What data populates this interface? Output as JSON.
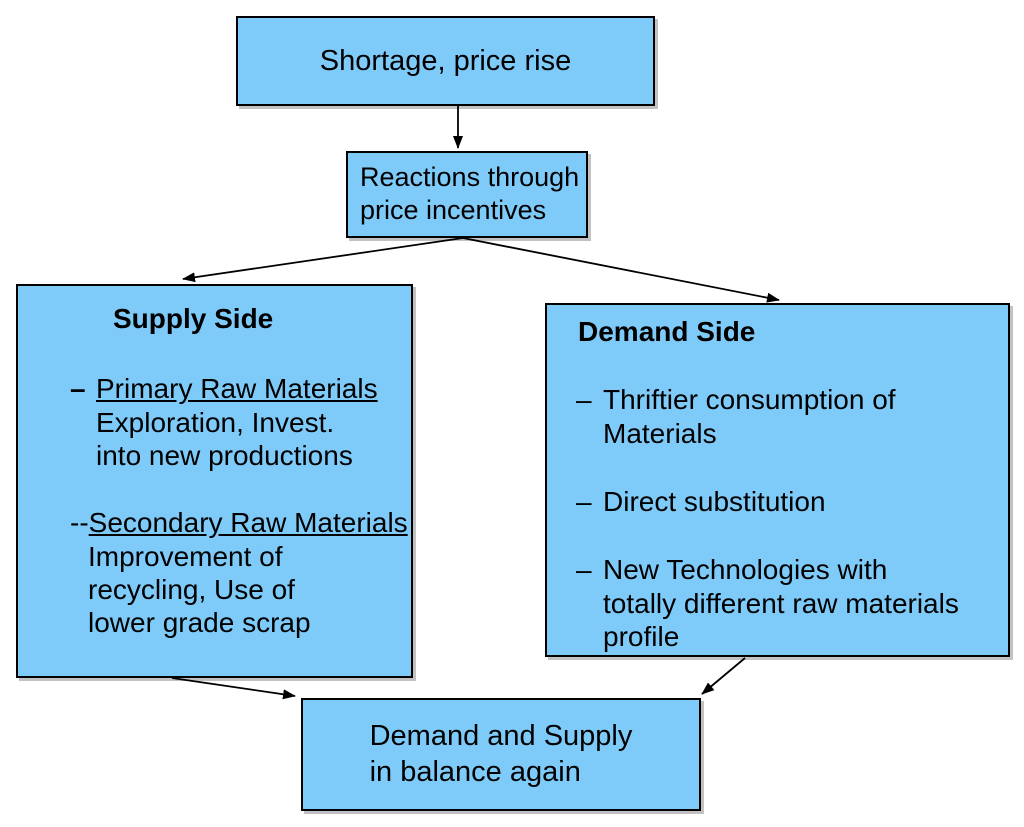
{
  "colors": {
    "box_fill": "#7ECBFA",
    "box_border": "#000000"
  },
  "nodes": {
    "shortage": {
      "label": "Shortage, price rise"
    },
    "reactions": {
      "label": "Reactions through\nprice incentives"
    },
    "supply": {
      "title": "Supply Side",
      "items": [
        {
          "dash": "–",
          "heading": "Primary Raw Materials",
          "body": "Exploration, Invest.\ninto new productions"
        },
        {
          "dash": "--",
          "heading": "Secondary Raw Materials",
          "body": "Improvement of\nrecycling, Use of\nlower grade scrap"
        }
      ]
    },
    "demand": {
      "title": "Demand Side",
      "items": [
        {
          "dash": "–",
          "text": "Thriftier consumption of\nMaterials"
        },
        {
          "dash": "–",
          "text": "Direct substitution"
        },
        {
          "dash": "–",
          "text": "New Technologies with\ntotally different raw materials\nprofile"
        }
      ]
    },
    "balance": {
      "label": "Demand and Supply\nin balance again"
    }
  },
  "edges": [
    {
      "from": "shortage",
      "to": "reactions"
    },
    {
      "from": "reactions",
      "to": "supply"
    },
    {
      "from": "reactions",
      "to": "demand"
    },
    {
      "from": "supply",
      "to": "balance"
    },
    {
      "from": "demand",
      "to": "balance"
    }
  ]
}
